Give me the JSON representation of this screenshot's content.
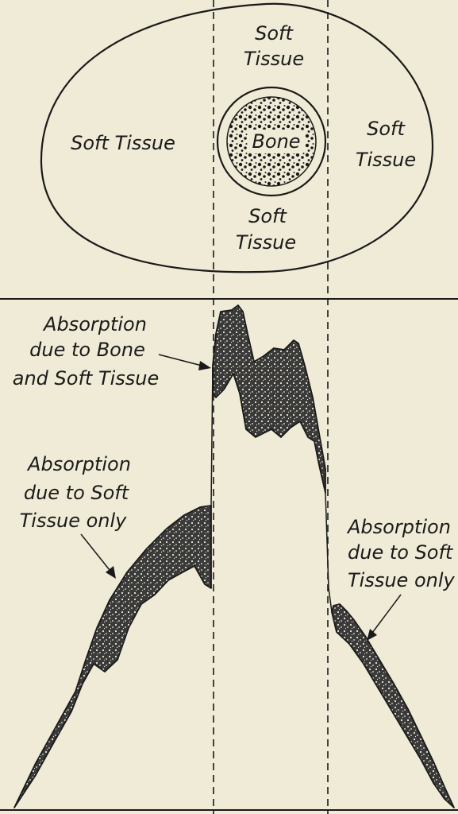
{
  "cross_section": {
    "soft_tissue_top_line1": "Soft",
    "soft_tissue_top_line2": "Tissue",
    "soft_tissue_left": "Soft Tissue",
    "soft_tissue_right_line1": "Soft",
    "soft_tissue_right_line2": "Tissue",
    "soft_tissue_bottom_line1": "Soft",
    "soft_tissue_bottom_line2": "Tissue",
    "bone": "Bone"
  },
  "absorption_curve": {
    "bone_label": [
      "Absorption",
      "due to Bone",
      "and Soft Tissue"
    ],
    "soft_left_label": [
      "Absorption",
      "due to Soft",
      "Tissue only"
    ],
    "soft_right_label": [
      "Absorption",
      "due to Soft",
      "Tissue only"
    ]
  },
  "colors": {
    "paper": "#efebd6",
    "ink": "#1a1a1a"
  }
}
